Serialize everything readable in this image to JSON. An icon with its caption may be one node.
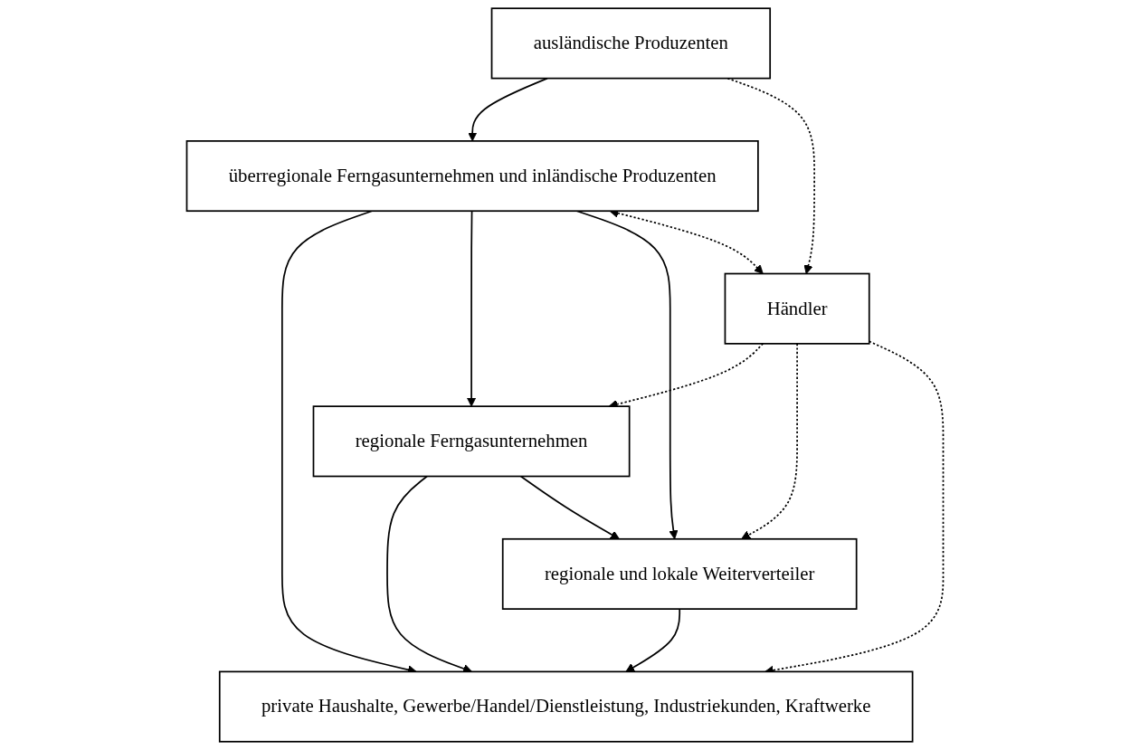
{
  "diagram": {
    "nodes": [
      {
        "text": [
          "ausländische Produzenten"
        ]
      },
      {
        "text": [
          "überregionale Ferngasunternehmen und inländische Produzenten"
        ]
      },
      {
        "text": [
          "regionale Ferngasunternehmen"
        ]
      },
      {
        "text": [
          "Händler"
        ]
      },
      {
        "text": [
          "regionale und lokale Weiterverteiler"
        ]
      },
      {
        "text": [
          "private Haushalte, Gewerbe/Handel/Dienstleistung, Industriekunden, Kraftwerke"
        ]
      }
    ],
    "edges": [
      {
        "from": 0,
        "to": 1,
        "arrow": "to"
      },
      {
        "from": 0,
        "to": 3,
        "arrow": "to",
        "style": "dashed"
      },
      {
        "from": 1,
        "to": 5,
        "arrow": "to"
      },
      {
        "from": 1,
        "to": 2,
        "arrow": "to"
      },
      {
        "from": 1,
        "to": 4,
        "arrow": "to"
      },
      {
        "from": 1,
        "to": 3,
        "arrow": "both",
        "style": "dashed"
      },
      {
        "from": 3,
        "to": 2,
        "arrow": "to",
        "style": "dashed"
      },
      {
        "from": 2,
        "to": 5,
        "arrow": "to"
      },
      {
        "from": 2,
        "to": 4,
        "arrow": "to"
      },
      {
        "from": 3,
        "to": 4,
        "arrow": "to",
        "style": "dashed"
      },
      {
        "from": 3,
        "to": 5,
        "arrow": "to",
        "style": "dashed"
      },
      {
        "from": 4,
        "to": 5,
        "arrow": "to"
      }
    ]
  }
}
